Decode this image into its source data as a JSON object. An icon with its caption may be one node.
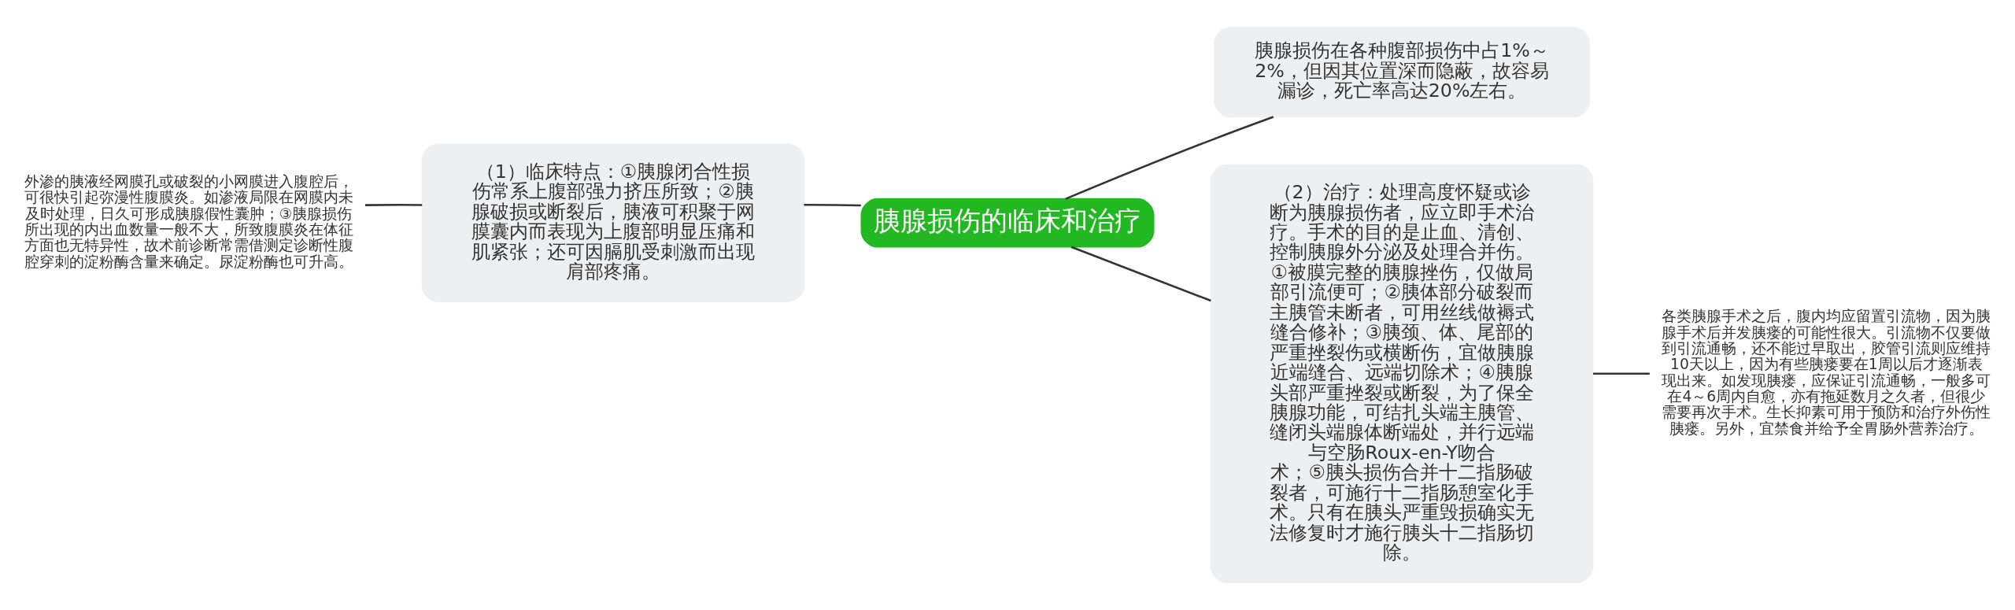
{
  "diagram": {
    "nodes": [
      {
        "text": [
          "胰腺损伤的临床和治疗"
        ]
      },
      {
        "text": [
          "胰腺损伤在各种腹部损伤中占1%～2%，但因其位置深而隐蔽，故容易漏诊，死亡率高达20%左右。"
        ]
      },
      {
        "text": [
          "（2）治疗：处理高度怀疑或诊断为胰腺损伤者，应立即手术治疗。手术的目的是止血、清创、控制胰腺外分泌及处理合并伤。①被膜完整的胰腺挫伤，仅做局部引流便可；②胰体部分破裂而主胰管未断者，可用丝线做褥式缝合修补；③胰颈、体、尾部的严重挫裂伤或横断伤，宜做胰腺近端缝合、远端切除术；④胰腺头部严重挫裂或断裂，为了保全胰腺功能，可结扎头端主胰管、缝闭头端腺体断端处，并行远端与空肠Roux-en-Y吻合术；⑤胰头损伤合并十二指肠破裂者，可施行十二指肠憩室化手术。只有在胰头严重毁损确实无法修复时才施行胰头十二指肠切除。"
        ]
      },
      {
        "text": [
          "各类胰腺手术之后，腹内均应留置引流物，因为胰腺手术后并发胰瘘的可能性很大。引流物不仅要做到引流通畅，还不能过早取出，胶管引流则应维持10天以上，因为有些胰瘘要在1周以后才逐渐表现出来。如发现胰瘘，应保证引流通畅，一般多可在4～6周内自愈，亦有拖延数月之久者，但很少需要再次手术。生长抑素可用于预防和治疗外伤性胰瘘。另外，宜禁食并给予全胃肠外营养治疗。"
        ]
      },
      {
        "text": [
          "（1）临床特点：①胰腺闭合性损伤常系上腹部强力挤压所致；②胰腺破损或断裂后，胰液可积聚于网膜囊内而表现为上腹部明显压痛和肌紧张；还可因膈肌受刺激而出现肩部疼痛。"
        ]
      },
      {
        "text": [
          "外渗的胰液经网膜孔或破裂的小网膜进入腹腔后，可很快引起弥漫性腹膜炎。如渗液局限在网膜内未及时处理，日久可形成胰腺假性囊肿；③胰腺损伤所出现的内出血数量一般不大，所致腹膜炎在体征方面也无特异性，故术前诊断常需借测定诊断性腹腔穿刺的淀粉酶含量来确定。尿淀粉酶也可升高。"
        ]
      }
    ],
    "edges": [
      {
        "from": 0,
        "to": 1,
        "arrow": "none"
      },
      {
        "from": 0,
        "to": 2,
        "arrow": "none"
      },
      {
        "from": 2,
        "to": 3,
        "arrow": "none"
      },
      {
        "from": 0,
        "to": 4,
        "arrow": "none"
      },
      {
        "from": 4,
        "to": 5,
        "arrow": "none"
      }
    ]
  }
}
